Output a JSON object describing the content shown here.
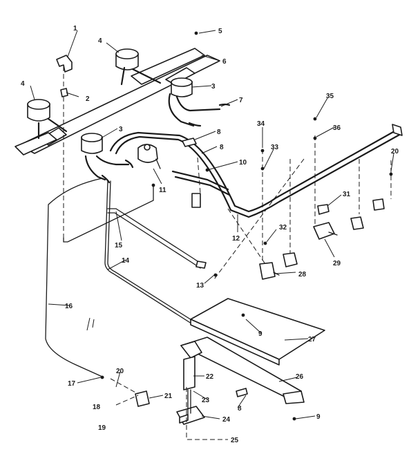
{
  "callouts": {
    "c1": "1",
    "c2": "2",
    "c3a": "3",
    "c3b": "3",
    "c4a": "4",
    "c4b": "4",
    "c5": "5",
    "c6": "6",
    "c7": "7",
    "c8a": "8",
    "c8b": "8",
    "c8c": "8",
    "c9a": "9",
    "c9b": "9",
    "c10": "10",
    "c11": "11",
    "c12": "12",
    "c13": "13",
    "c14": "14",
    "c15": "15",
    "c16": "16",
    "c17": "17",
    "c18": "18",
    "c19": "19",
    "c20a": "20",
    "c20b": "20",
    "c21": "21",
    "c22": "22",
    "c23": "23",
    "c24": "24",
    "c25": "25",
    "c26": "26",
    "c27": "27",
    "c28": "28",
    "c29": "29",
    "c31": "31",
    "c32": "32",
    "c33": "33",
    "c34": "34",
    "c35": "35",
    "c36": "36"
  }
}
